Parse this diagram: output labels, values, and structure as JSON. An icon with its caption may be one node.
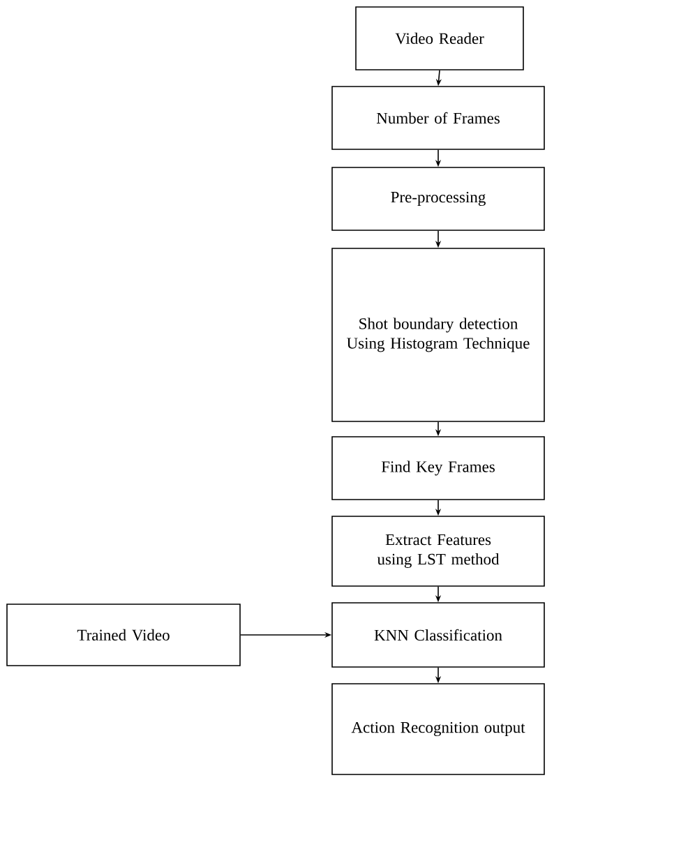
{
  "diagram": {
    "nodes": [
      {
        "text": [
          "Video Reader"
        ]
      },
      {
        "text": [
          "Number of Frames"
        ]
      },
      {
        "text": [
          "Pre-processing"
        ]
      },
      {
        "text": [
          "Shot boundary detection Using Histogram Technique"
        ]
      },
      {
        "text": [
          "Find Key Frames"
        ]
      },
      {
        "text": [
          "Extract Features using LST method"
        ]
      },
      {
        "text": [
          "KNN Classification"
        ]
      },
      {
        "text": [
          "Action Recognition output"
        ]
      },
      {
        "text": [
          "Trained Video"
        ]
      }
    ],
    "edges": [
      {
        "from": 0,
        "to": 1,
        "arrow": "to"
      },
      {
        "from": 1,
        "to": 2,
        "arrow": "to"
      },
      {
        "from": 2,
        "to": 3,
        "arrow": "to"
      },
      {
        "from": 3,
        "to": 4,
        "arrow": "to"
      },
      {
        "from": 4,
        "to": 5,
        "arrow": "to"
      },
      {
        "from": 5,
        "to": 6,
        "arrow": "to"
      },
      {
        "from": 8,
        "to": 6,
        "arrow": "to"
      },
      {
        "from": 6,
        "to": 7,
        "arrow": "to"
      }
    ]
  }
}
